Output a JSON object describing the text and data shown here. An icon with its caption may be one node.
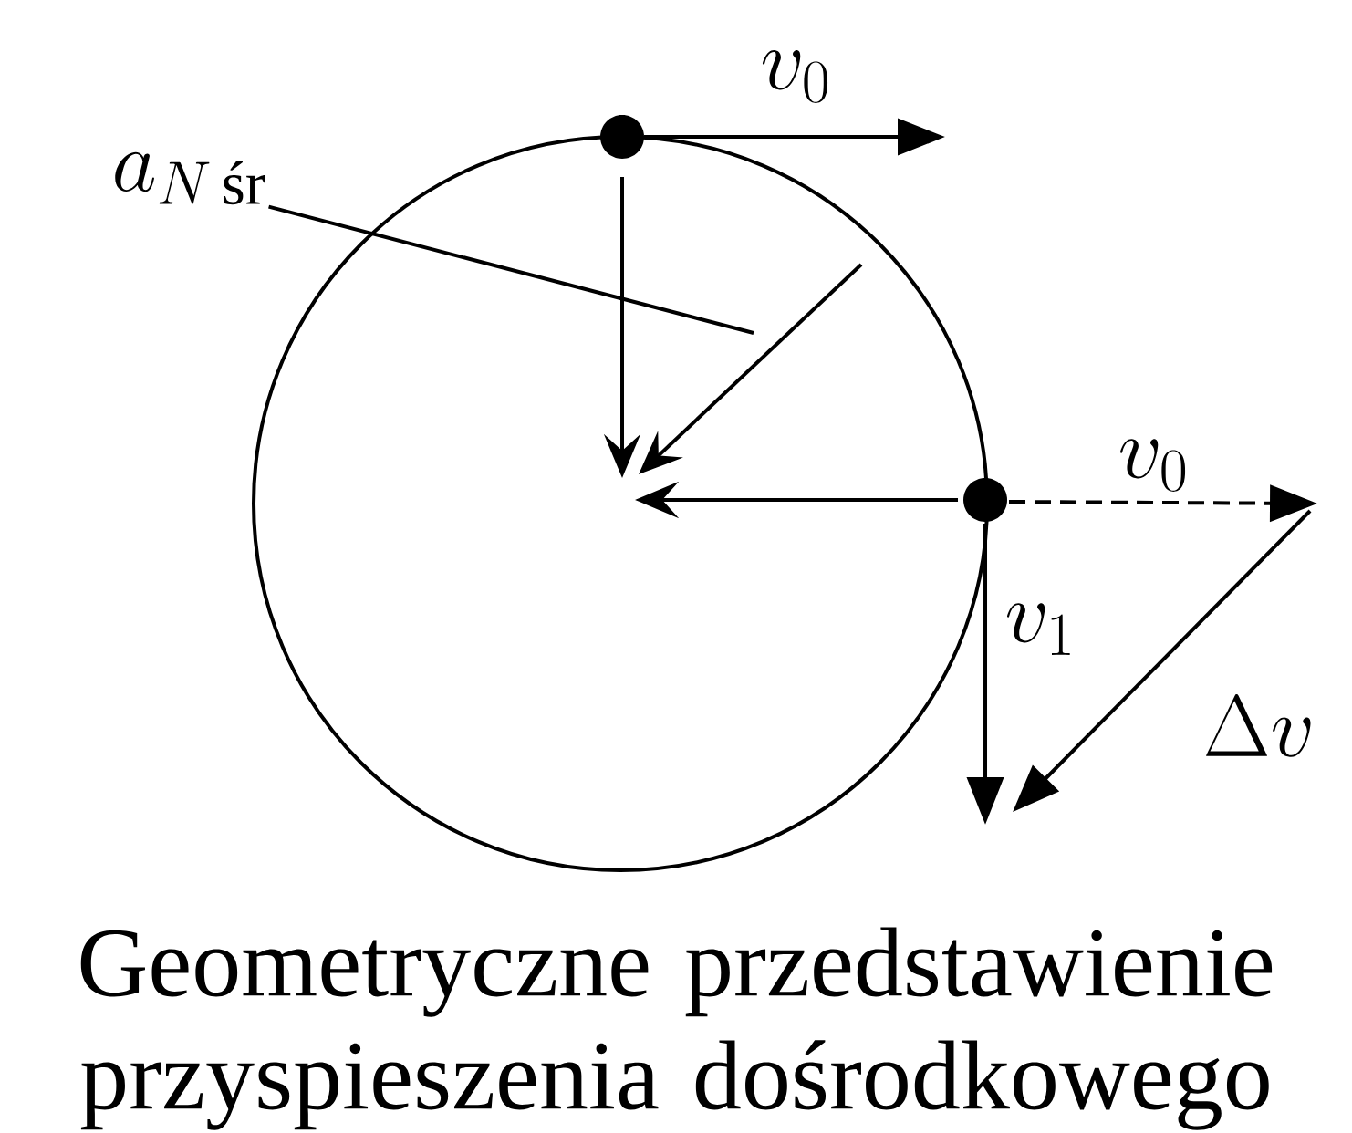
{
  "diagram": {
    "caption": "Geometryczne przedstawienie przyspieszenia dośrodkowego",
    "nodes": [
      {
        "text": [
          "a_{N\\,\\text{śr}}"
        ]
      },
      {
        "text": [],
        "shape": "arrow"
      }
    ],
    "edges": [
      {
        "from": 0,
        "to": 1,
        "arrow": "none"
      }
    ],
    "labels": [
      "v_0",
      "v_0",
      "v_1",
      "\\Delta v"
    ]
  }
}
